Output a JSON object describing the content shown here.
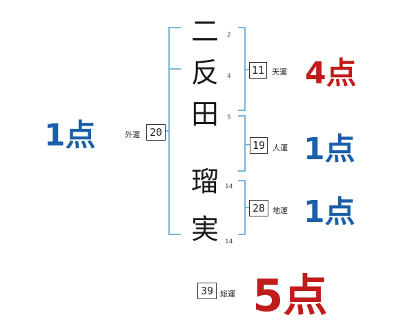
{
  "name_chars": [
    {
      "char": "二",
      "strokes": "2"
    },
    {
      "char": "反",
      "strokes": "4"
    },
    {
      "char": "田",
      "strokes": "5"
    },
    {
      "char": "瑠",
      "strokes": "14"
    },
    {
      "char": "実",
      "strokes": "14"
    }
  ],
  "fortunes": {
    "ten": {
      "label": "天運",
      "value": "11",
      "score": "4点",
      "color": "#c01c1c"
    },
    "jin": {
      "label": "人運",
      "value": "19",
      "score": "1点",
      "color": "#1b5fa8"
    },
    "chi": {
      "label": "地運",
      "value": "28",
      "score": "1点",
      "color": "#1b5fa8"
    },
    "gai": {
      "label": "外運",
      "value": "20",
      "score": "1点",
      "color": "#1b5fa8"
    },
    "so": {
      "label": "総運",
      "value": "39",
      "score": "5点",
      "color": "#c01c1c"
    }
  },
  "bracket_color": "#79b3d8"
}
